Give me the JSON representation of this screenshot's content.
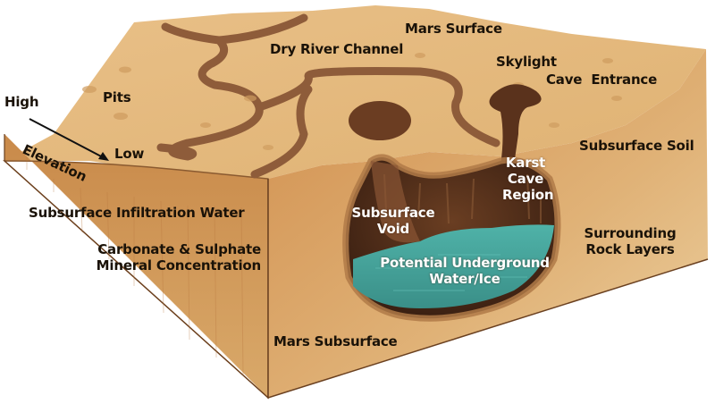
{
  "diagram": {
    "title": "Mars subsurface karst cave block diagram",
    "colors": {
      "surface": "#e3b879",
      "surface_light": "#ecc58e",
      "front_face": "#c98b4b",
      "right_face": "#d7a062",
      "river": "#8a5a3a",
      "cave_dark": "#4a2a18",
      "water": "#4fa8a0",
      "text_dark": "#1a1208",
      "text_light": "#ffffff"
    },
    "labels": {
      "mars_surface": "Mars Surface",
      "dry_river_channel": "Dry River Channel",
      "skylight": "Skylight",
      "cave_entrance": "Cave  Entrance",
      "pits": "Pits",
      "high": "High",
      "low": "Low",
      "elevation": "Elevation",
      "subsurface_soil": "Subsurface Soil",
      "karst_cave_region": [
        "Karst",
        "Cave",
        "Region"
      ],
      "subsurface_void": [
        "Subsurface",
        "Void"
      ],
      "subsurface_infiltration_water": "Subsurface Infiltration Water",
      "carbonate_line1": "Carbonate & Sulphate",
      "carbonate_line2": "Mineral Concentration",
      "surrounding_rock_line1": "Surrounding",
      "surrounding_rock_line2": "Rock Layers",
      "potential_water_line1": "Potential Underground",
      "potential_water_line2": "Water/Ice",
      "mars_subsurface": "Mars Subsurface"
    },
    "icons": {
      "elevation_arrow": "arrow-down-right"
    }
  }
}
